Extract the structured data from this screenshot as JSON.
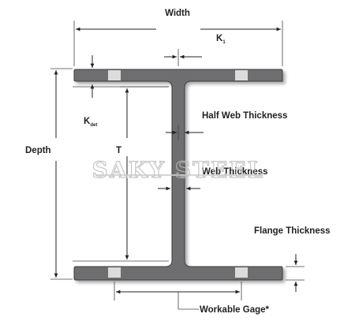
{
  "labels": {
    "width": "Width",
    "k1_main": "K",
    "k1_sub": "1",
    "half_web": "Half Web Thickness",
    "kdet_main": "K",
    "kdet_sub": "det",
    "depth": "Depth",
    "t": "T",
    "web": "Web Thickness",
    "flange": "Flange Thickness",
    "gage": "Workable Gage*"
  },
  "watermark": "SAKY STEEL",
  "colors": {
    "beam_fill": "#6e6e70",
    "beam_stroke": "#3c3c3e",
    "bolt_fill": "#dcdcdc",
    "line": "#222222"
  }
}
